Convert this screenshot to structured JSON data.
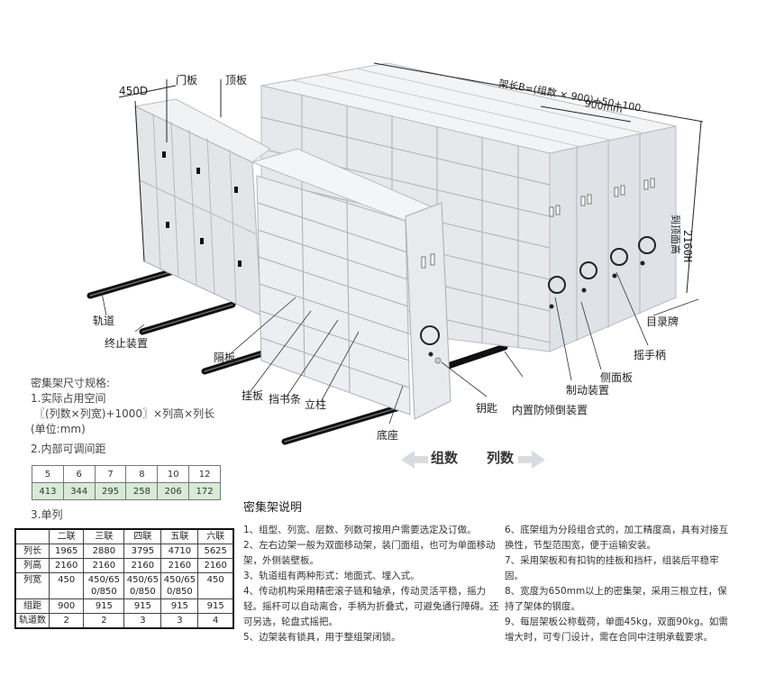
{
  "diagram": {
    "dimensions": {
      "depth": "450D",
      "frame_length": "架长B=(组数 × 900)+50+100",
      "group_pitch": "900mm",
      "height": "2160H",
      "height_label": "到顶面高"
    },
    "callouts": {
      "door_panel": "门板",
      "top_panel": "顶板",
      "rail": "轨道",
      "end_stop": "终止装置",
      "divider": "隔板",
      "hanging_board": "挂板",
      "book_stop": "挡书条",
      "upright": "立柱",
      "base": "底座",
      "key": "钥匙",
      "anti_tilt": "内置防倾倒装置",
      "brake": "制动装置",
      "side_panel": "侧面板",
      "crank_handle": "摇手柄",
      "label_plate": "目录牌"
    },
    "direction_labels": {
      "groups": "组数",
      "columns": "列数"
    }
  },
  "specs": {
    "title": "密集架尺寸规格:",
    "item1_title": "1.实际占用空间",
    "item1_formula": "〖(列数×列宽)+1000〗×列高×列长",
    "item1_unit": "(单位:mm)",
    "item2_title": "2.内部可调间距",
    "gap_table": {
      "layers": [
        "5",
        "6",
        "7",
        "8",
        "10",
        "12"
      ],
      "spacing": [
        "413",
        "344",
        "295",
        "258",
        "206",
        "172"
      ]
    },
    "item3_title": "3.单列",
    "single_table": {
      "headers": [
        "",
        "二联",
        "三联",
        "四联",
        "五联",
        "六联"
      ],
      "rows": [
        {
          "label": "列长",
          "values": [
            "1965",
            "2880",
            "3795",
            "4710",
            "5625"
          ]
        },
        {
          "label": "列高",
          "values": [
            "2160",
            "2160",
            "2160",
            "2160",
            "2160"
          ]
        },
        {
          "label": "列宽",
          "values": [
            "450",
            "450/650/850",
            "450/650/850",
            "450/650/850",
            "450"
          ]
        },
        {
          "label": "组距",
          "values": [
            "900",
            "915",
            "915",
            "915",
            "915"
          ]
        },
        {
          "label": "轨道数",
          "values": [
            "2",
            "2",
            "3",
            "3",
            "4"
          ]
        }
      ]
    }
  },
  "notes": {
    "title": "密集架说明",
    "left": [
      "1、组型、列宽、层数、列数可按用户需要选定及订做。",
      "2、左右边架一般为双面移动架，装门面组，也可为单面移动架，外侧装壁板。",
      "3、轨道组有两种形式：地面式、埋入式。",
      "4、传动机构采用精密滚子链和轴承，传动灵活平稳，摇力轻。摇杆可以自动离合，手柄为折叠式，可避免通行障碍。还可另选，轮盘式摇把。",
      "5、边架装有锁具，用于整组架闭锁。"
    ],
    "right": [
      "6、底架组为分段组合式的，加工精度高，具有对接互换性，节型范围宽，便于运输安装。",
      "7、采用架板和有扣钩的挂板和挡杆，组装后平稳牢固。",
      "8、宽度为650mm以上的密集架，采用三根立柱，保持了架体的钢度。",
      "9、每层架板公称载荷，单面45kg，双面90kg。如需增大时，可专门设计，需在合同中注明承载要求。"
    ]
  },
  "colors": {
    "panel": "#e9ecef",
    "panel_shade": "#cfd3d8",
    "rail": "#1a1a1a",
    "table_highlight": "#d7ebd7"
  }
}
